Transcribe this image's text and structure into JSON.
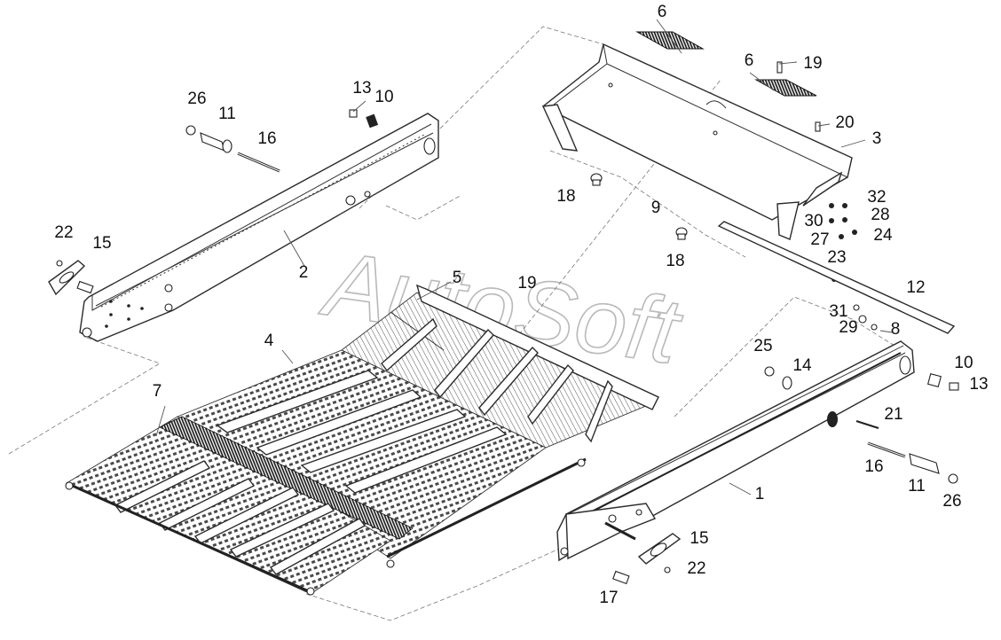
{
  "watermark": "AutoSoft",
  "callouts": [
    {
      "id": "c1",
      "text": "1"
    },
    {
      "id": "c2",
      "text": "2"
    },
    {
      "id": "c3",
      "text": "3"
    },
    {
      "id": "c4",
      "text": "4"
    },
    {
      "id": "c5",
      "text": "5"
    },
    {
      "id": "c6a",
      "text": "6"
    },
    {
      "id": "c6b",
      "text": "6"
    },
    {
      "id": "c7",
      "text": "7"
    },
    {
      "id": "c8",
      "text": "8"
    },
    {
      "id": "c9",
      "text": "9"
    },
    {
      "id": "c10a",
      "text": "10"
    },
    {
      "id": "c10b",
      "text": "10"
    },
    {
      "id": "c11a",
      "text": "11"
    },
    {
      "id": "c11b",
      "text": "11"
    },
    {
      "id": "c12",
      "text": "12"
    },
    {
      "id": "c13a",
      "text": "13"
    },
    {
      "id": "c13b",
      "text": "13"
    },
    {
      "id": "c14",
      "text": "14"
    },
    {
      "id": "c15a",
      "text": "15"
    },
    {
      "id": "c15b",
      "text": "15"
    },
    {
      "id": "c16a",
      "text": "16"
    },
    {
      "id": "c16b",
      "text": "16"
    },
    {
      "id": "c17",
      "text": "17"
    },
    {
      "id": "c18a",
      "text": "18"
    },
    {
      "id": "c18b",
      "text": "18"
    },
    {
      "id": "c19a",
      "text": "19"
    },
    {
      "id": "c19b",
      "text": "19"
    },
    {
      "id": "c20",
      "text": "20"
    },
    {
      "id": "c21",
      "text": "21"
    },
    {
      "id": "c22a",
      "text": "22"
    },
    {
      "id": "c22b",
      "text": "22"
    },
    {
      "id": "c23",
      "text": "23"
    },
    {
      "id": "c24",
      "text": "24"
    },
    {
      "id": "c25",
      "text": "25"
    },
    {
      "id": "c26a",
      "text": "26"
    },
    {
      "id": "c26b",
      "text": "26"
    },
    {
      "id": "c27",
      "text": "27"
    },
    {
      "id": "c28",
      "text": "28"
    },
    {
      "id": "c29",
      "text": "29"
    },
    {
      "id": "c30",
      "text": "30"
    },
    {
      "id": "c31",
      "text": "31"
    },
    {
      "id": "c32",
      "text": "32"
    }
  ]
}
